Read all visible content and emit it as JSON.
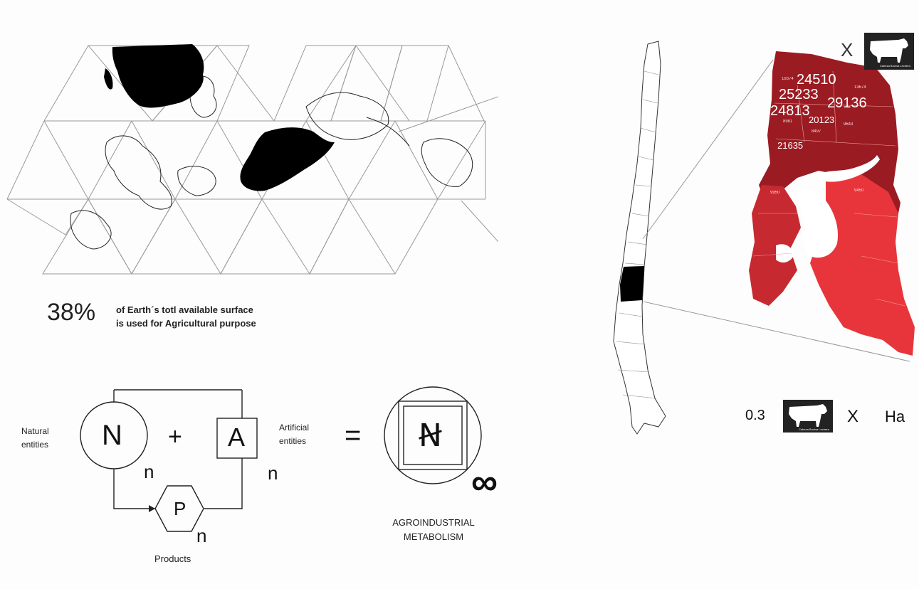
{
  "world_stat": {
    "percent": "38%",
    "desc_line1": "of Earth´s totl available surface",
    "desc_line2": "is used for Agricultural purpose"
  },
  "equation": {
    "n_symbol": "N",
    "plus": "+",
    "a_symbol": "A",
    "equals": "=",
    "combined_symbol": "Ꞥ",
    "p_symbol": "P",
    "sub_n": "n",
    "infinity": "∞",
    "natural_line1": "Natural",
    "natural_line2": "entities",
    "artificial_line1": "Artificial",
    "artificial_line2": "entities",
    "products": "Products",
    "metabolism_line1": "AGROINDUSTRIAL",
    "metabolism_line2": "METABOLISM"
  },
  "livestock": {
    "times": "X",
    "ratio_value": "0.3",
    "unit": "Ha",
    "cow_caption": "Cabeza Bovina Lechera"
  },
  "region_map": {
    "fill_dark": "#9b1b22",
    "fill_mid": "#c62a30",
    "fill_light": "#e8353b",
    "large_labels": [
      "24510",
      "25233",
      "29136",
      "24813",
      "21635"
    ],
    "medium_labels": [
      "20123"
    ],
    "small_labels": [
      "19374",
      "13674",
      "8981",
      "8497",
      "9643",
      "9950",
      "9450"
    ]
  }
}
